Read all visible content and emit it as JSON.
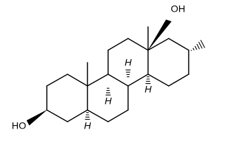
{
  "labels": {
    "oh_top": "OH",
    "ho_left": "HO",
    "h_c9": "H",
    "h_c8": "H",
    "h_c14": "H",
    "h_c5": "H"
  }
}
